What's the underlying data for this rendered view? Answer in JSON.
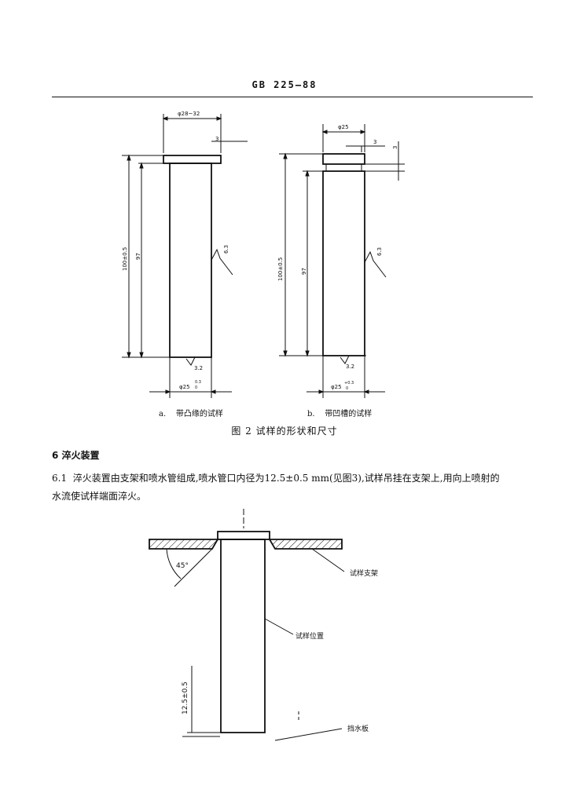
{
  "header": {
    "standard_code": "GB 225—88"
  },
  "figure2": {
    "sub_a": {
      "label": "a.",
      "caption": "带凸缘的试样",
      "dims": {
        "flange_diameter": "φ28~32",
        "flange_thickness": "3",
        "total_length": "100±0.5",
        "body_length": "97",
        "roughness_side": "6.3",
        "roughness_end": "3.2",
        "diameter": "φ25",
        "tolerance_top": "0.3",
        "tolerance_bottom": "0"
      }
    },
    "sub_b": {
      "label": "b.",
      "caption": "带凹槽的试样",
      "dims": {
        "head_diameter": "φ25",
        "groove_width": "3",
        "groove_depth": "3",
        "total_length": "100±0.5",
        "body_length": "97",
        "roughness_side": "6.3",
        "roughness_end": "3.2",
        "diameter": "φ25",
        "tolerance_top": "+0.3",
        "tolerance_bottom": "0"
      }
    },
    "caption": "图 2  试样的形状和尺寸"
  },
  "section6": {
    "title": "6  淬火装置",
    "para_number": "6.1",
    "para_text": "淬火装置由支架和喷水管组成,喷水管口内径为12.5±0.5 mm(见图3),试样吊挂在支架上,用向上喷射的水流使试样端面淬火。"
  },
  "figure3": {
    "angle": "45°",
    "label_support": "试样支架",
    "label_position": "试样位置",
    "label_dimension": "12.5±0.5",
    "label_plate": "挡水板"
  }
}
